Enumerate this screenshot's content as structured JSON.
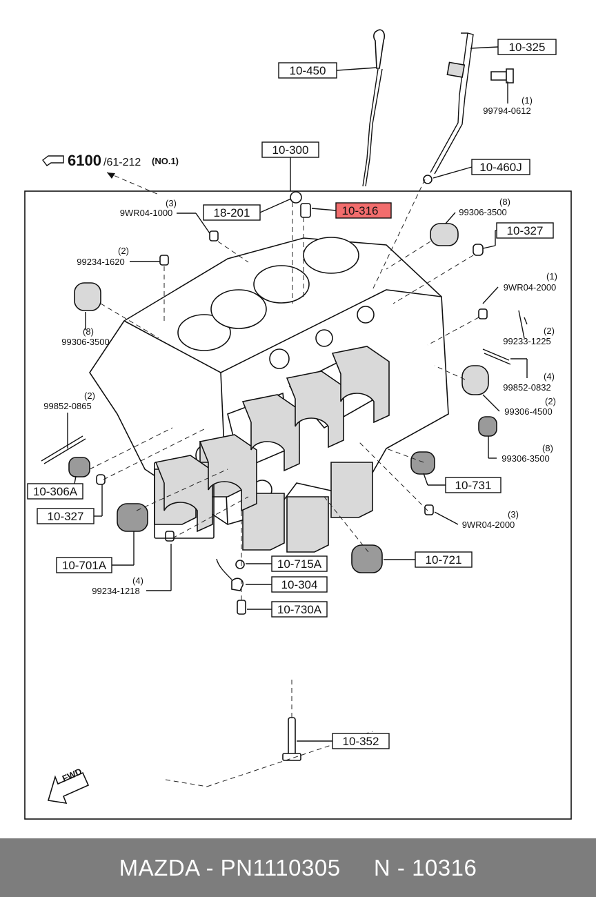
{
  "reference": {
    "section": "6100",
    "subsection": "/61-212",
    "note": "(NO.1)"
  },
  "boxed_labels": {
    "l10_450": "10-450",
    "l10_325": "10-325",
    "l10_300": "10-300",
    "l10_460j": "10-460J",
    "l18_201": "18-201",
    "l10_316": "10-316",
    "l10_327_right": "10-327",
    "l10_306a": "10-306A",
    "l10_327_left": "10-327",
    "l10_731": "10-731",
    "l10_701a": "10-701A",
    "l10_715a": "10-715A",
    "l10_721": "10-721",
    "l10_304": "10-304",
    "l10_730a": "10-730A",
    "l10_352": "10-352"
  },
  "part_numbers": [
    {
      "qty": "(1)",
      "code": "99794-0612"
    },
    {
      "qty": "(3)",
      "code": "9WR04-1000"
    },
    {
      "qty": "(8)",
      "code": "99306-3500"
    },
    {
      "qty": "(2)",
      "code": "99234-1620"
    },
    {
      "qty": "(1)",
      "code": "9WR04-2000"
    },
    {
      "qty": "(8)",
      "code": "99306-3500"
    },
    {
      "qty": "(2)",
      "code": "99233-1225"
    },
    {
      "qty": "(4)",
      "code": "99852-0832"
    },
    {
      "qty": "(2)",
      "code": "99852-0865"
    },
    {
      "qty": "(2)",
      "code": "99306-4500"
    },
    {
      "qty": "(8)",
      "code": "99306-3500"
    },
    {
      "qty": "(3)",
      "code": "9WR04-2000"
    },
    {
      "qty": "(4)",
      "code": "99234-1218"
    }
  ],
  "fwd_label": "FWD",
  "highlight_color": "#f26d6d",
  "footer": {
    "text": "MAZDA - PN1110305     N - 10316",
    "background": "#7d7d7d"
  }
}
